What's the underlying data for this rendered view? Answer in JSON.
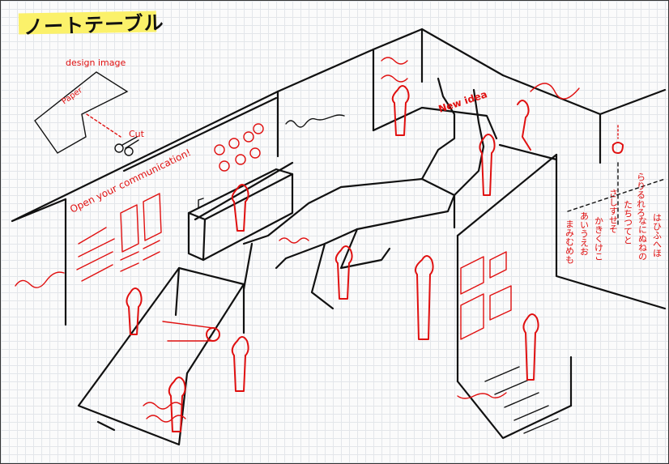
{
  "title": "ノートテーブル",
  "labels": {
    "design_image": "design image",
    "paper": "Paper",
    "cut": "Cut",
    "wall_text": "Open your communication!",
    "new_idea": "New idea",
    "kana_cols": [
      "あいうえお",
      "かきくけこ",
      "さしすせそ",
      "たちつてと",
      "なにぬねの",
      "はひふへほ",
      "まみむめも",
      "らりるれろ"
    ]
  },
  "colors": {
    "sketch_red": "#e01010",
    "sketch_black": "#111111",
    "highlight": "#fbf16a"
  }
}
